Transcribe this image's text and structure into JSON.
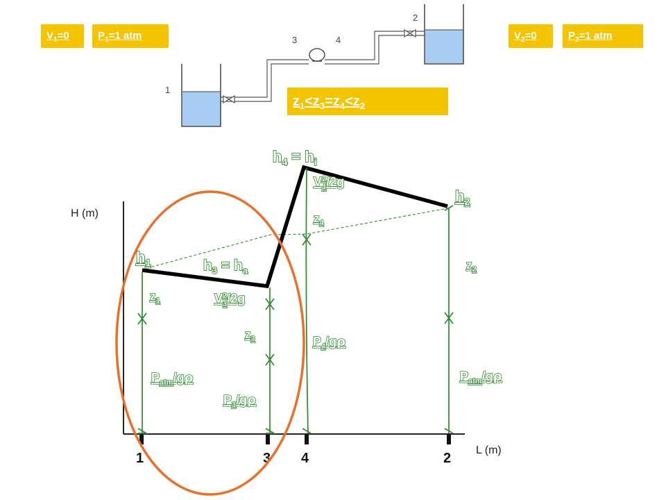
{
  "tags": {
    "v1": {
      "base": "V",
      "sub": "1",
      "rest": "=0"
    },
    "p1": {
      "base": "P",
      "sub": "1",
      "rest": "=1 atm"
    },
    "v2": {
      "base": "V",
      "sub": "2",
      "rest": "=0"
    },
    "p2": {
      "base": "P",
      "sub": "2",
      "rest": "=1 atm"
    }
  },
  "condition": {
    "parts": [
      "z",
      "1",
      "<z",
      "3",
      "=z",
      "4",
      "<z",
      "2"
    ]
  },
  "schematic_labels": {
    "point1": "1",
    "point2": "2",
    "point3": "3",
    "point4": "4"
  },
  "axes": {
    "y_label": "H (m)",
    "x_label": "L (m)"
  },
  "stations": [
    "1",
    "3",
    "4",
    "2"
  ],
  "heads": {
    "h4": {
      "base": "h",
      "sub": "4",
      "mid": " = h",
      "sub2": "i"
    },
    "h2": {
      "base": "h",
      "sub": "2"
    },
    "h1": {
      "base": "h",
      "sub": "1"
    },
    "h3": {
      "base": "h",
      "sub": "3",
      "mid": " = h",
      "sub2": "a"
    }
  },
  "terms": {
    "v4": {
      "base": "V",
      "sup": "2",
      "sub": "4",
      "rest": "/2g"
    },
    "v3": {
      "base": "V",
      "sup": "2",
      "sub": "3",
      "rest": "/2g"
    },
    "z4": {
      "base": "z",
      "sub": "4"
    },
    "z2": {
      "base": "z",
      "sub": "2"
    },
    "z1": {
      "base": "z",
      "sub": "1"
    },
    "z3": {
      "base": "z",
      "sub": "3"
    },
    "p4": {
      "base": "P",
      "sub": "4",
      "rest": "/g",
      "greek": "ρ"
    },
    "patm_left": {
      "base": "P",
      "sub": "atm",
      "rest": "/g",
      "greek": "ρ"
    },
    "patm_right": {
      "base": "P",
      "sub": "atm",
      "rest": "/g",
      "greek": "ρ"
    },
    "p3": {
      "base": "P",
      "sub": "3",
      "rest": "/g",
      "greek": "ρ"
    }
  },
  "colors": {
    "accent": "#f5c400",
    "green": "#2a8a2a",
    "orange": "#e8702a",
    "water": "#a8cdf2"
  }
}
